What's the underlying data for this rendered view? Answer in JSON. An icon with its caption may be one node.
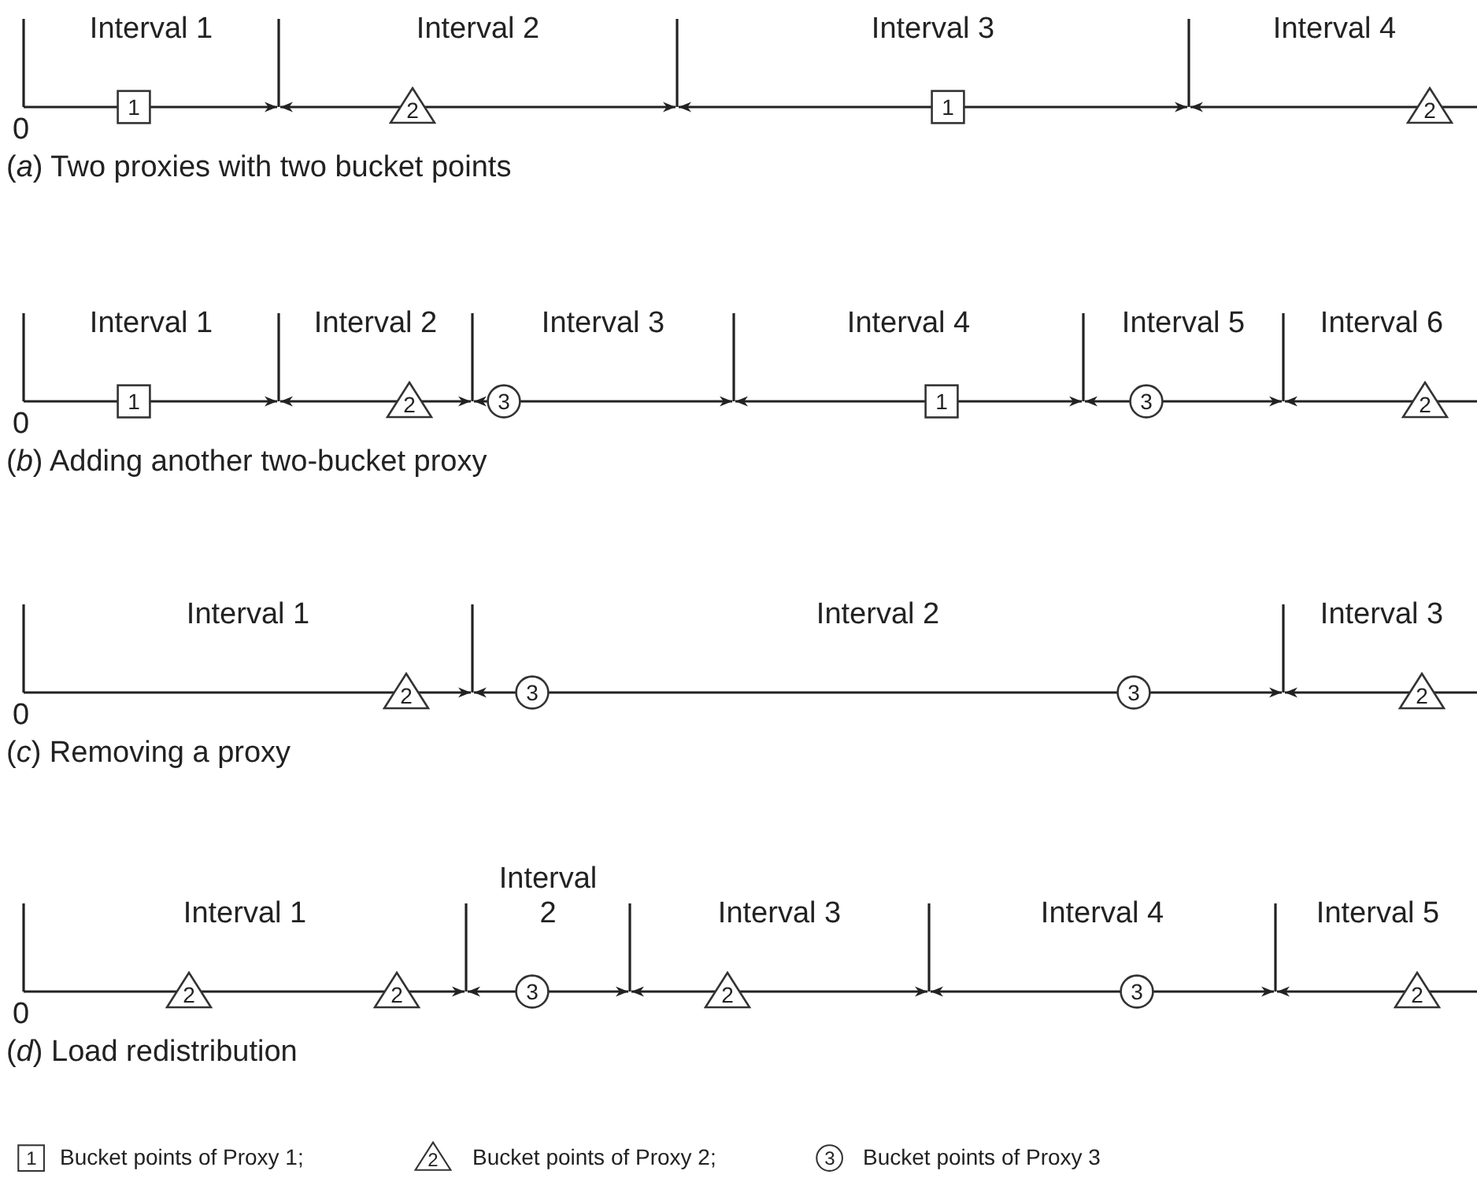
{
  "diagram": {
    "nodes": [
      {
        "text": [
          "1"
        ]
      },
      {
        "text": [
          "2"
        ]
      },
      {
        "text": [
          "1"
        ]
      },
      {
        "text": [
          "2"
        ]
      },
      {
        "text": [
          "1"
        ]
      },
      {
        "text": [
          "2"
        ]
      },
      {
        "text": [
          "3"
        ]
      },
      {
        "text": [
          "1"
        ]
      },
      {
        "text": [
          "3"
        ]
      },
      {
        "text": [
          "2"
        ]
      },
      {
        "text": [
          "2"
        ]
      },
      {
        "text": [
          "3"
        ]
      },
      {
        "text": [
          "3"
        ]
      },
      {
        "text": [
          "2"
        ]
      },
      {
        "text": [
          "2"
        ]
      },
      {
        "text": [
          "2"
        ]
      },
      {
        "text": [
          "3"
        ]
      },
      {
        "text": [
          "2"
        ]
      },
      {
        "text": [
          "3"
        ]
      },
      {
        "text": [
          "2"
        ]
      },
      {
        "text": [
          "1"
        ]
      },
      {
        "text": [
          "2"
        ]
      },
      {
        "text": [
          "3"
        ]
      }
    ],
    "labels": [
      "Interval 1",
      "Interval 2",
      "Interval 3",
      "Interval 4",
      "0",
      "(*a*) Two proxies with two bucket points",
      "Interval 1",
      "Interval 2",
      "Interval 3",
      "Interval 4",
      "Interval 5",
      "Interval 6",
      "0",
      "(*b*) Adding another two-bucket proxy",
      "Interval 1",
      "Interval 2",
      "Interval 3",
      "0",
      "(*c*) Removing a proxy",
      "Interval 1",
      "Interval 2",
      "Interval 3",
      "Interval 4",
      "Interval 5",
      "0",
      "(*d*) Load redistribution"
    ],
    "legend": [
      {
        "text": "Bucket points of Proxy 1;"
      },
      {
        "text": "Bucket points of Proxy 2;"
      },
      {
        "text": "Bucket points of Proxy 3"
      }
    ]
  }
}
